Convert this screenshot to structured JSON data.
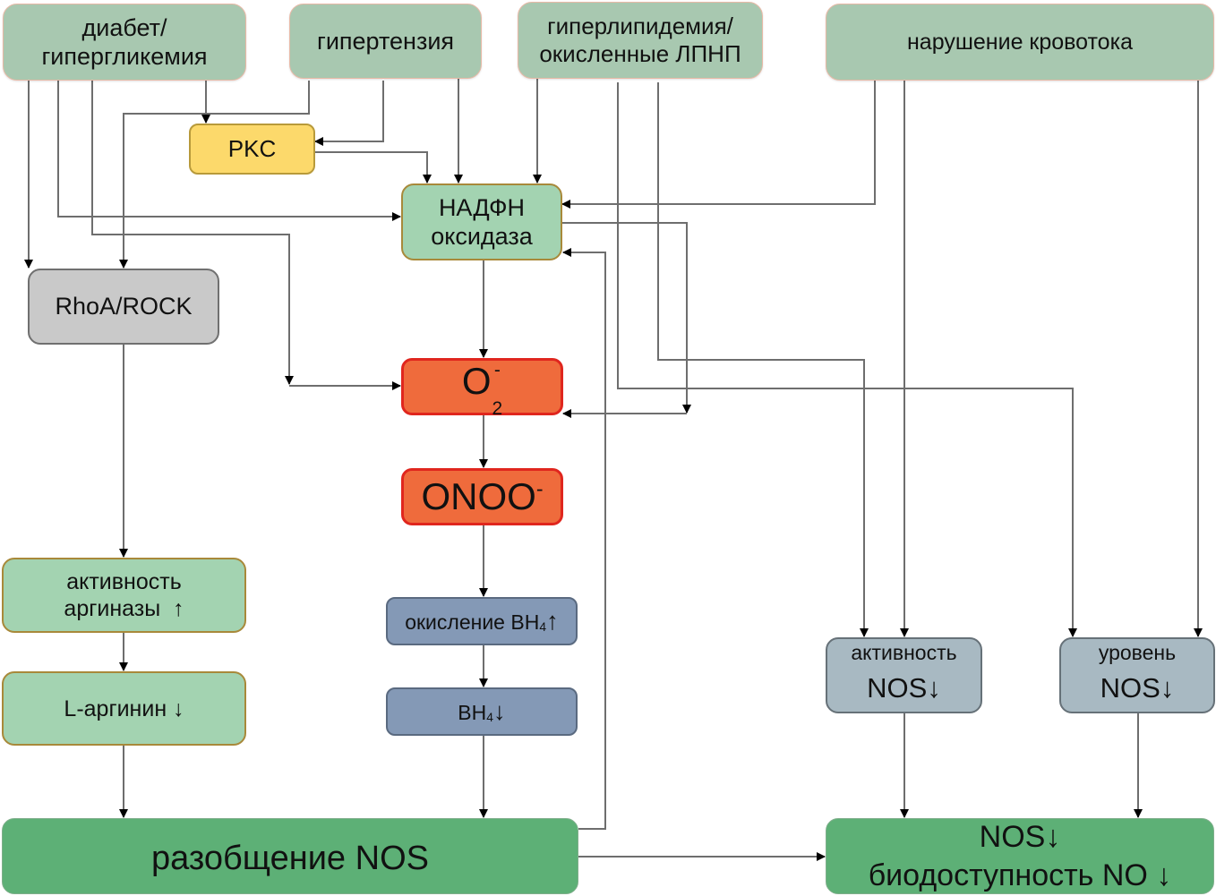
{
  "diagram": {
    "nodes": {
      "diabetes": {
        "line1": "диабет/",
        "line2": "гипергликемия"
      },
      "hypertension": {
        "label": "гипертензия"
      },
      "hyperlipidemia": {
        "line1": "гиперлипидемия/",
        "line2": "окисленные ЛПНП"
      },
      "blood_flow": {
        "label": "нарушение кровотока"
      },
      "pkc": {
        "label": "PKC"
      },
      "nadph_oxidase": {
        "line1": "НАДФН",
        "line2": "оксидаза"
      },
      "rhoa_rock": {
        "label": "RhoA/ROCK"
      },
      "superoxide": {
        "base": "O",
        "subscript": "2",
        "superscript": "-"
      },
      "peroxynitrite": {
        "base": "ONOO",
        "superscript": "-"
      },
      "arginase_activity": {
        "line1": "активность",
        "line2": "аргиназы  ↑"
      },
      "l_arginine": {
        "label": "L-аргинин ↓"
      },
      "bh4_oxidation": {
        "prefix": "окисление BH",
        "subscript": "4",
        "arrow": "↑"
      },
      "bh4_level": {
        "prefix": "BH",
        "subscript": "4",
        "arrow": "↓"
      },
      "nos_activity": {
        "line1": "активность",
        "line2": "NOS↓"
      },
      "nos_level": {
        "line1": "уровень",
        "line2": "NOS↓"
      },
      "nos_uncoupling": {
        "label": "разобщение NOS"
      },
      "no_bioavailability": {
        "line1": "NOS↓",
        "line2": "биодоступность NO ↓"
      }
    },
    "edges": [
      {
        "from": "diabetes",
        "to": "rhoa_rock"
      },
      {
        "from": "diabetes",
        "to": "nadph_oxidase"
      },
      {
        "from": "diabetes",
        "to": "superoxide"
      },
      {
        "from": "diabetes",
        "to": "pkc"
      },
      {
        "from": "hypertension",
        "to": "rhoa_rock"
      },
      {
        "from": "hypertension",
        "to": "pkc"
      },
      {
        "from": "hypertension",
        "to": "nadph_oxidase"
      },
      {
        "from": "pkc",
        "to": "nadph_oxidase"
      },
      {
        "from": "hyperlipidemia",
        "to": "nadph_oxidase"
      },
      {
        "from": "hyperlipidemia",
        "to": "nos_level"
      },
      {
        "from": "hyperlipidemia",
        "to": "nos_activity"
      },
      {
        "from": "blood_flow",
        "to": "nadph_oxidase"
      },
      {
        "from": "blood_flow",
        "to": "nos_activity"
      },
      {
        "from": "blood_flow",
        "to": "nos_level"
      },
      {
        "from": "nadph_oxidase",
        "to": "superoxide"
      },
      {
        "from": "nadph_oxidase",
        "to": "superoxide",
        "route": "right-loop"
      },
      {
        "from": "superoxide",
        "to": "peroxynitrite"
      },
      {
        "from": "peroxynitrite",
        "to": "bh4_oxidation"
      },
      {
        "from": "bh4_oxidation",
        "to": "bh4_level"
      },
      {
        "from": "bh4_level",
        "to": "nos_uncoupling"
      },
      {
        "from": "rhoa_rock",
        "to": "arginase_activity"
      },
      {
        "from": "arginase_activity",
        "to": "l_arginine"
      },
      {
        "from": "l_arginine",
        "to": "nos_uncoupling"
      },
      {
        "from": "nos_uncoupling",
        "to": "nadph_oxidase"
      },
      {
        "from": "nos_uncoupling",
        "to": "no_bioavailability"
      },
      {
        "from": "nos_activity",
        "to": "no_bioavailability"
      },
      {
        "from": "nos_level",
        "to": "no_bioavailability"
      }
    ],
    "colors": {
      "source_fill": "#a8c8b0",
      "pkc_fill": "#fcd96b",
      "nadph_fill": "#a3d3b1",
      "rho_fill": "#c9c9c9",
      "ros_fill": "#ef6b3c",
      "ros_border": "#e0261e",
      "bh4_fill": "#8499b6",
      "nos_fill": "#a8b9c2",
      "outcome_fill": "#5db076",
      "connector": "#6e6e6e"
    }
  }
}
